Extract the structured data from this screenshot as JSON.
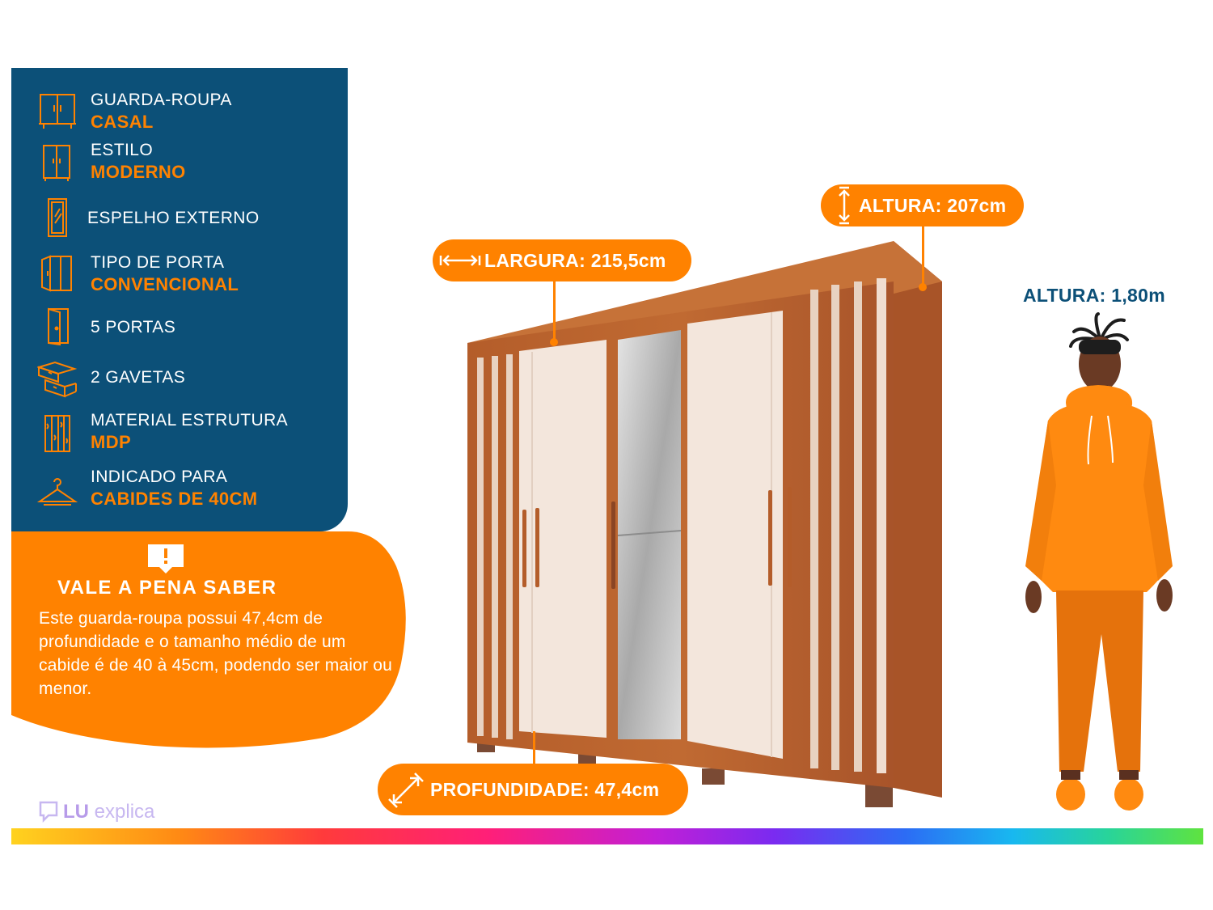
{
  "specs": [
    {
      "label": "GUARDA-ROUPA",
      "value": "CASAL",
      "icon": "wardrobe-icon"
    },
    {
      "label": "ESTILO",
      "value": "MODERNO",
      "icon": "cabinet-icon"
    },
    {
      "label": "ESPELHO EXTERNO",
      "value": "",
      "icon": "mirror-icon"
    },
    {
      "label": "TIPO DE PORTA",
      "value": "CONVENCIONAL",
      "icon": "door-type-icon"
    },
    {
      "label": "5  PORTAS",
      "value": "",
      "icon": "door-icon"
    },
    {
      "label": "2 GAVETAS",
      "value": "",
      "icon": "drawers-icon"
    },
    {
      "label": "MATERIAL ESTRUTURA",
      "value": "MDP",
      "icon": "wood-panel-icon"
    },
    {
      "label": "INDICADO PARA",
      "value": "CABIDES DE 40CM",
      "icon": "hanger-icon"
    }
  ],
  "info": {
    "title": "VALE A PENA SABER",
    "text": "Este guarda-roupa possui 47,4cm de profundidade e o tamanho médio de um cabide é de 40 à 45cm, podendo ser maior ou menor."
  },
  "dimensions": {
    "width": "LARGURA: 215,5cm",
    "height": "ALTURA: 207cm",
    "depth": "PROFUNDIDADE: 47,4cm"
  },
  "person": {
    "label": "ALTURA: 1,80m"
  },
  "brand": {
    "lu": "LU",
    "explica": "explica"
  },
  "colors": {
    "panel_blue": "#0c5078",
    "accent_orange": "#ff8200",
    "wood": "#b8612c",
    "cream": "#f3e6dc"
  }
}
